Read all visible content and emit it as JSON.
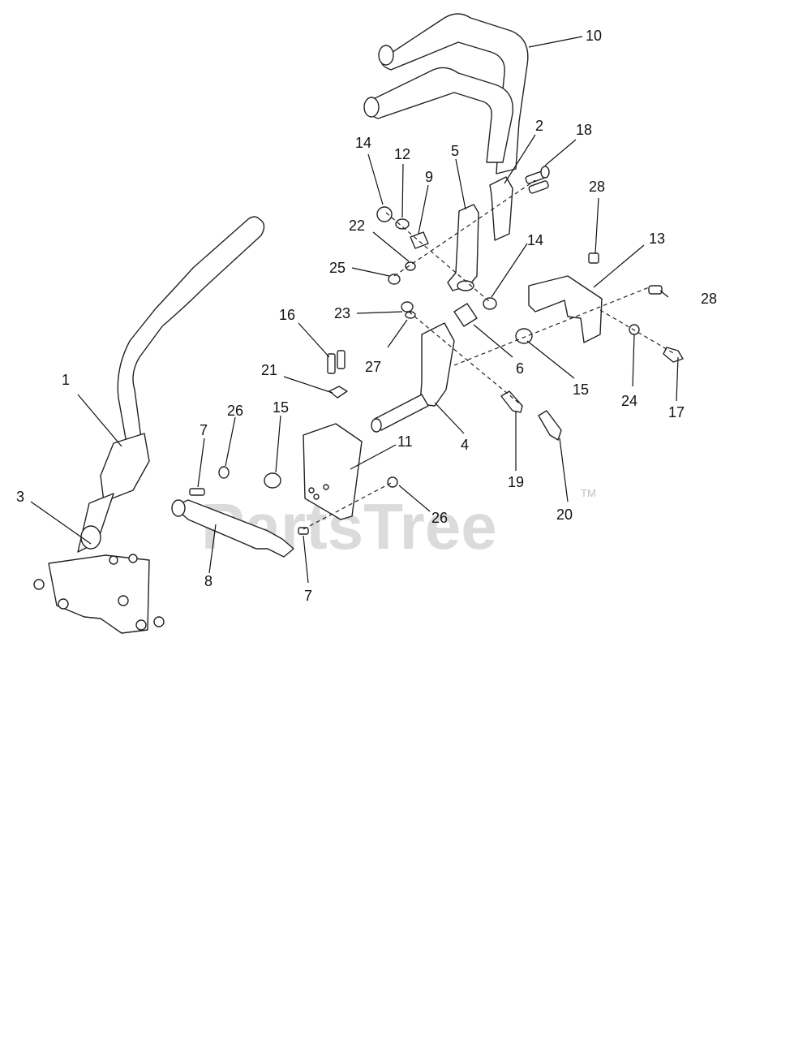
{
  "watermark": {
    "text": "PartsTree",
    "trademark": "TM"
  },
  "callouts": [
    {
      "id": "c1",
      "label": "1"
    },
    {
      "id": "c2",
      "label": "2"
    },
    {
      "id": "c3",
      "label": "3"
    },
    {
      "id": "c4",
      "label": "4"
    },
    {
      "id": "c5",
      "label": "5"
    },
    {
      "id": "c6",
      "label": "6"
    },
    {
      "id": "c7a",
      "label": "7"
    },
    {
      "id": "c7b",
      "label": "7"
    },
    {
      "id": "c8",
      "label": "8"
    },
    {
      "id": "c9",
      "label": "9"
    },
    {
      "id": "c10",
      "label": "10"
    },
    {
      "id": "c11",
      "label": "11"
    },
    {
      "id": "c12",
      "label": "12"
    },
    {
      "id": "c13",
      "label": "13"
    },
    {
      "id": "c14a",
      "label": "14"
    },
    {
      "id": "c14b",
      "label": "14"
    },
    {
      "id": "c15a",
      "label": "15"
    },
    {
      "id": "c15b",
      "label": "15"
    },
    {
      "id": "c16",
      "label": "16"
    },
    {
      "id": "c17",
      "label": "17"
    },
    {
      "id": "c18",
      "label": "18"
    },
    {
      "id": "c19",
      "label": "19"
    },
    {
      "id": "c20",
      "label": "20"
    },
    {
      "id": "c21",
      "label": "21"
    },
    {
      "id": "c22",
      "label": "22"
    },
    {
      "id": "c23",
      "label": "23"
    },
    {
      "id": "c24",
      "label": "24"
    },
    {
      "id": "c25",
      "label": "25"
    },
    {
      "id": "c26a",
      "label": "26"
    },
    {
      "id": "c26b",
      "label": "26"
    },
    {
      "id": "c27",
      "label": "27"
    },
    {
      "id": "c28a",
      "label": "28"
    },
    {
      "id": "c28b",
      "label": "28"
    }
  ]
}
